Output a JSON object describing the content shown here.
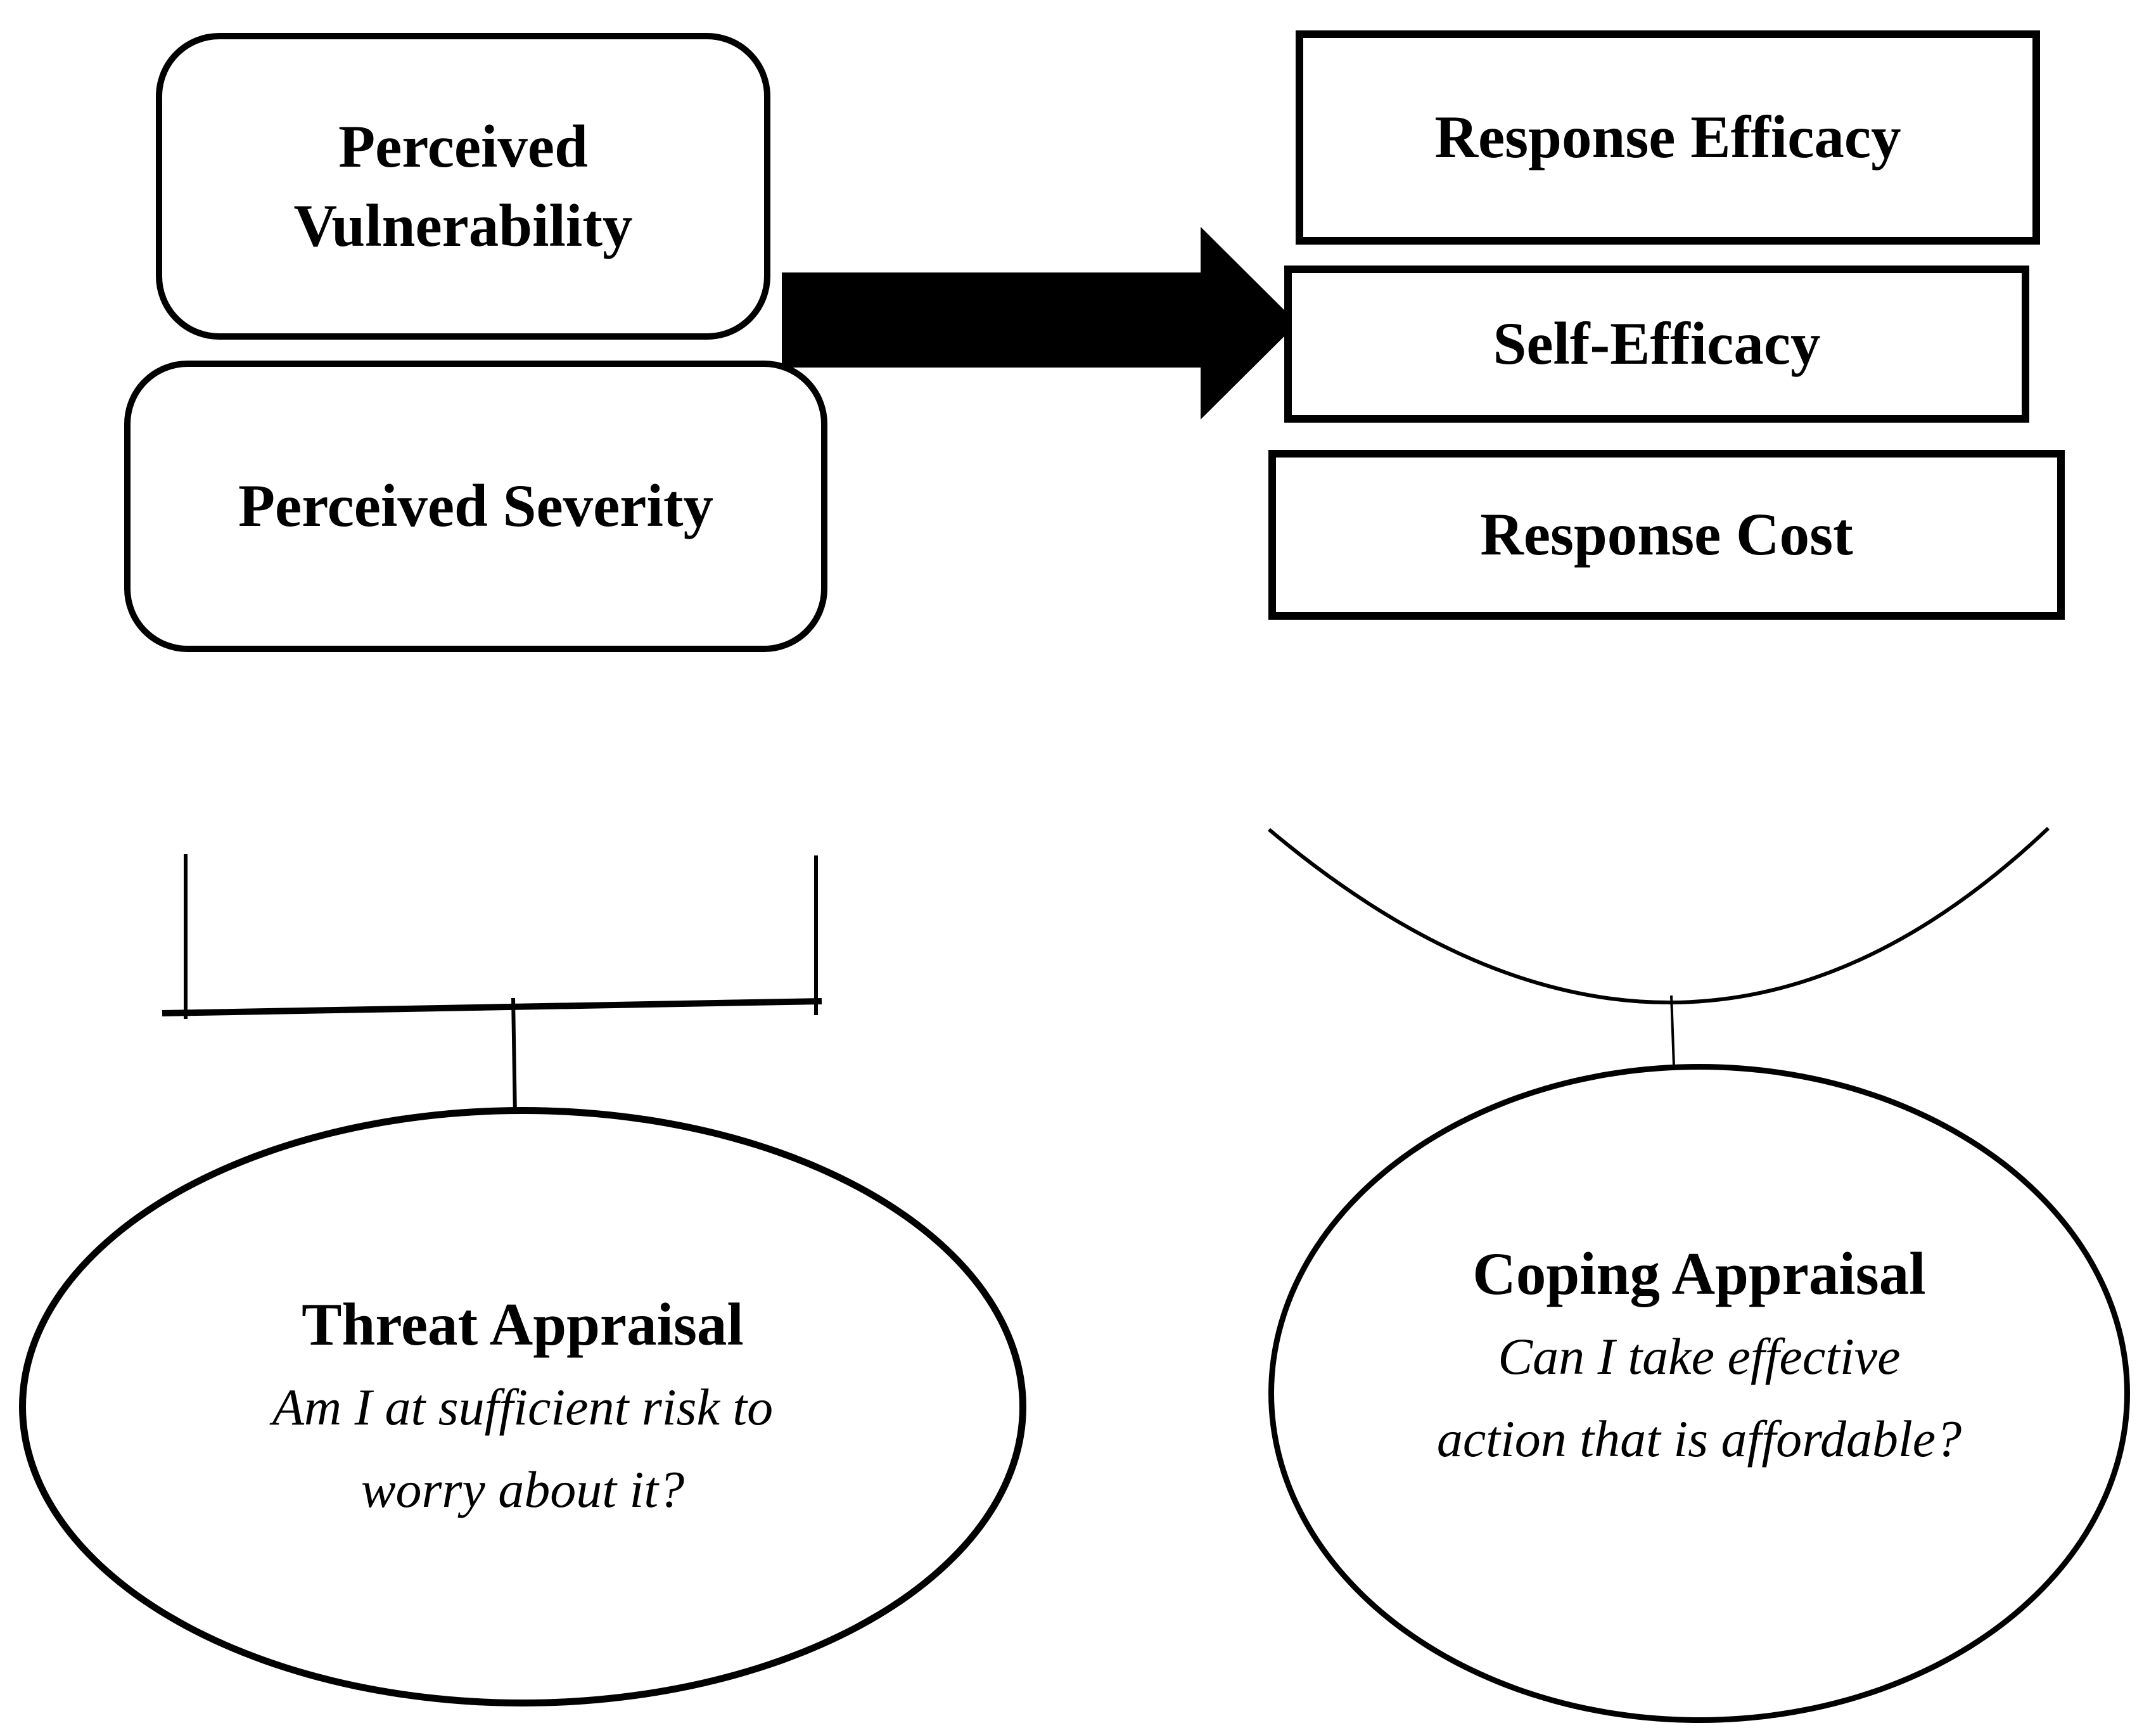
{
  "colors": {
    "ink": "#000000",
    "paper": "#ffffff"
  },
  "threat_path": {
    "factor_boxes": [
      {
        "name": "perceived-vulnerability",
        "lines": [
          "Perceived",
          "Vulnerability"
        ]
      },
      {
        "name": "perceived-severity",
        "lines": [
          "Perceived Severity"
        ]
      }
    ],
    "appraisal_ellipse": {
      "title": "Threat Appraisal",
      "question_lines": [
        "Am I at sufficient risk to",
        "worry about it?"
      ]
    }
  },
  "coping_path": {
    "factor_boxes": [
      {
        "name": "response-efficacy",
        "label": "Response Efficacy"
      },
      {
        "name": "self-efficacy",
        "label": "Self-Efficacy"
      },
      {
        "name": "response-cost",
        "label": "Response Cost"
      }
    ],
    "appraisal_ellipse": {
      "title": "Coping Appraisal",
      "question_lines": [
        "Can I take effective",
        "action that is affordable?"
      ]
    }
  }
}
